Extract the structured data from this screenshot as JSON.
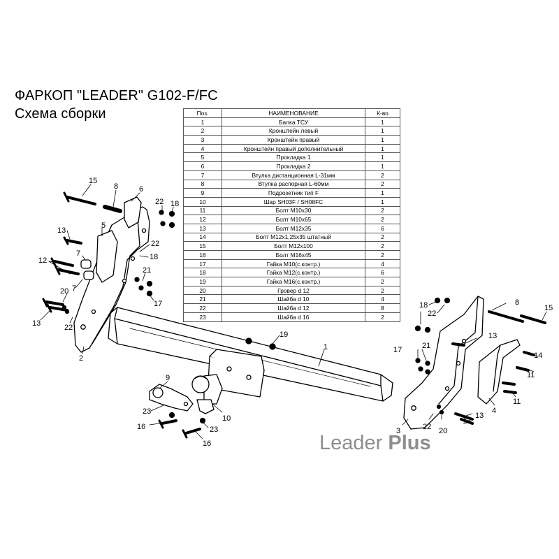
{
  "title": "ФАРКОП \"LEADER\" G102-F/FC",
  "subtitle": "Схема сборки",
  "table": {
    "headers": [
      "Поз.",
      "НАИМЕНОВАНИЕ",
      "К-во"
    ],
    "rows": [
      [
        "1",
        "Балка ТСУ",
        "1"
      ],
      [
        "2",
        "Кронштейн левый",
        "1"
      ],
      [
        "3",
        "Кронштейн правый",
        "1"
      ],
      [
        "4",
        "Кронштейн правый дополнительный",
        "1"
      ],
      [
        "5",
        "Прокладка 1",
        "1"
      ],
      [
        "6",
        "Прокладка 2",
        "1"
      ],
      [
        "7",
        "Втулка дистанционная L-31мм",
        "2"
      ],
      [
        "8",
        "Втулка распорная L-60мм",
        "2"
      ],
      [
        "9",
        "Подрозетник тип F",
        "1"
      ],
      [
        "10",
        "Шар SH03F / SH08FC",
        "1"
      ],
      [
        "11",
        "Болт М10х30",
        "2"
      ],
      [
        "12",
        "Болт М10х65",
        "2"
      ],
      [
        "13",
        "Болт М12х35",
        "6"
      ],
      [
        "14",
        "Болт М12х1,25х35 штатный",
        "2"
      ],
      [
        "15",
        "Болт М12х100",
        "2"
      ],
      [
        "16",
        "Болт М16х45",
        "2"
      ],
      [
        "17",
        "Гайка М10(с.контр.)",
        "4"
      ],
      [
        "18",
        "Гайка М12(с.контр.)",
        "6"
      ],
      [
        "19",
        "Гайка М16(с.контр.)",
        "2"
      ],
      [
        "20",
        "Гровер d 12",
        "2"
      ],
      [
        "21",
        "Шайба d 10",
        "4"
      ],
      [
        "22",
        "Шайба d 12",
        "8"
      ],
      [
        "23",
        "Шайба d 16",
        "2"
      ]
    ]
  },
  "callouts": {
    "c1": "1",
    "c2": "2",
    "c3": "3",
    "c4": "4",
    "c5": "5",
    "c6": "6",
    "c7a": "7",
    "c7b": "7",
    "c8a": "8",
    "c8b": "8",
    "c9": "9",
    "c10": "10",
    "c11a": "11",
    "c11b": "11",
    "c12a": "12",
    "c13a": "13",
    "c13b": "13",
    "c13c": "13",
    "c13d": "13",
    "c13e": "13",
    "c14": "14",
    "c15a": "15",
    "c15b": "15",
    "c16a": "16",
    "c16b": "16",
    "c17a": "17",
    "c17b": "17",
    "c18a": "18",
    "c18b": "18",
    "c18c": "18",
    "c19": "19",
    "c20a": "20",
    "c20b": "20",
    "c21a": "21",
    "c21b": "21",
    "c22a": "22",
    "c22b": "22",
    "c22c": "22",
    "c22d": "22",
    "c22e": "22",
    "c23a": "23",
    "c23b": "23"
  },
  "logo": {
    "word1": "Leader",
    "word2": "Plus"
  },
  "colors": {
    "ink": "#000000",
    "logo": "#8e8e8e",
    "background": "#ffffff"
  }
}
